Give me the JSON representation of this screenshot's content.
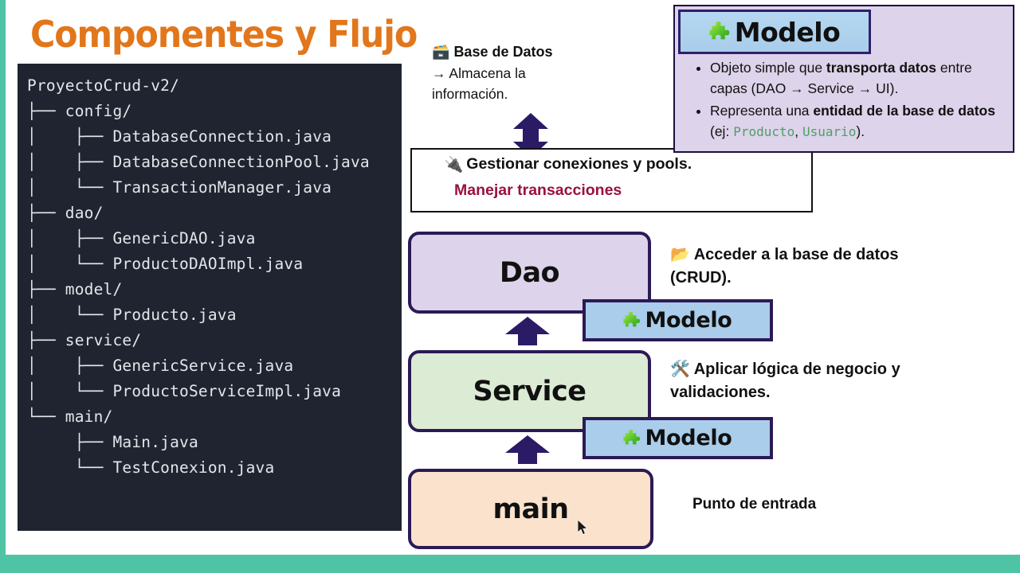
{
  "slide": {
    "title": "Componentes y Flujo",
    "accent_orange": "#e2761b",
    "accent_teal": "#4ec4a4",
    "border_purple": "#2b1a55"
  },
  "file_tree": {
    "lines": [
      "ProyectoCrud-v2/",
      "├── config/",
      "│    ├── DatabaseConnection.java",
      "│    ├── DatabaseConnectionPool.java",
      "│    └── TransactionManager.java",
      "├── dao/",
      "│    ├── GenericDAO.java",
      "│    └── ProductoDAOImpl.java",
      "├── model/",
      "│    └── Producto.java",
      "├── service/",
      "│    ├── GenericService.java",
      "│    └── ProductoServiceImpl.java",
      "└── main/",
      "     ├── Main.java",
      "     └── TestConexion.java"
    ]
  },
  "database_note": {
    "icon": "card-file-box-icon",
    "icon_glyph": "🗃️",
    "heading": "Base de Datos",
    "line1": "→ Almacena la",
    "line2": "información."
  },
  "connection_box": {
    "icon": "electric-plug-icon",
    "icon_glyph": "🔌",
    "line1": "Gestionar conexiones y pools.",
    "line2": "Manejar transacciones",
    "line2_color": "#99123c"
  },
  "modelo_card": {
    "badge_label": "Modelo",
    "badge_icon": "puzzle-piece-icon",
    "bullets": [
      {
        "parts": [
          {
            "t": "Objeto simple que ",
            "style": "normal"
          },
          {
            "t": "transporta datos",
            "style": "bold"
          },
          {
            "t": " entre capas (DAO → Service → UI).",
            "style": "normal"
          }
        ]
      },
      {
        "parts": [
          {
            "t": "Representa una ",
            "style": "normal"
          },
          {
            "t": "entidad de la base de datos",
            "style": "bold"
          },
          {
            "t": " (ej: ",
            "style": "normal"
          },
          {
            "t": "Producto",
            "style": "code"
          },
          {
            "t": ", ",
            "style": "normal"
          },
          {
            "t": "Usuario",
            "style": "code"
          },
          {
            "t": ").",
            "style": "normal"
          }
        ]
      }
    ]
  },
  "layers": [
    {
      "name": "Dao",
      "bg": "#ddd3ea",
      "chip_label": "Modelo",
      "desc_icon": "open-file-folder-icon",
      "desc_icon_glyph": "📂",
      "desc": "Acceder a la base de datos (CRUD)."
    },
    {
      "name": "Service",
      "bg": "#dcebd4",
      "chip_label": "Modelo",
      "desc_icon": "hammer-and-wrench-icon",
      "desc_icon_glyph": "🛠️",
      "desc": "Aplicar lógica de negocio y validaciones."
    },
    {
      "name": "main",
      "bg": "#fae2cc",
      "chip_label": "",
      "desc_icon": "",
      "desc_icon_glyph": "",
      "desc": "Punto de entrada"
    }
  ],
  "arrows": {
    "db_to_conn": "double-headed-vertical-arrow",
    "service_to_dao": "up-arrow",
    "main_to_service": "up-arrow"
  }
}
